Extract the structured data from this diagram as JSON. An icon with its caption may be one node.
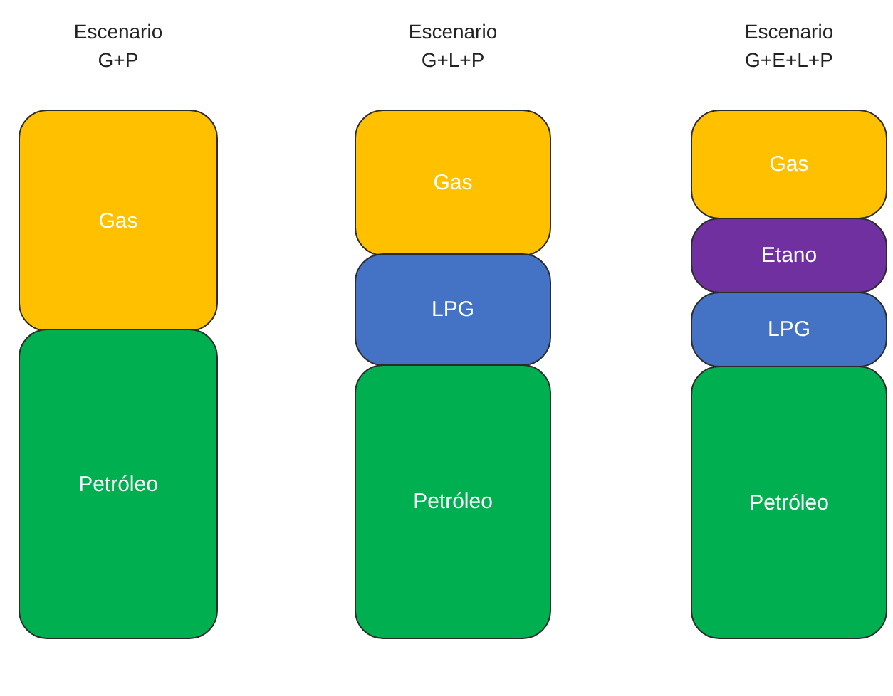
{
  "diagram": {
    "nodes": [
      {
        "text": [
          "Gas"
        ]
      },
      {
        "text": [
          "Petróleo"
        ]
      },
      {
        "text": [
          "Gas"
        ]
      },
      {
        "text": [
          "LPG"
        ]
      },
      {
        "text": [
          "Petróleo"
        ]
      },
      {
        "text": [
          "Gas"
        ]
      },
      {
        "text": [
          "Etano"
        ]
      },
      {
        "text": [
          "LPG"
        ]
      },
      {
        "text": [
          "Petróleo"
        ]
      }
    ],
    "labels": [
      "Escenario G+P",
      "Escenario G+L+P",
      "Escenario G+E+L+P"
    ]
  }
}
